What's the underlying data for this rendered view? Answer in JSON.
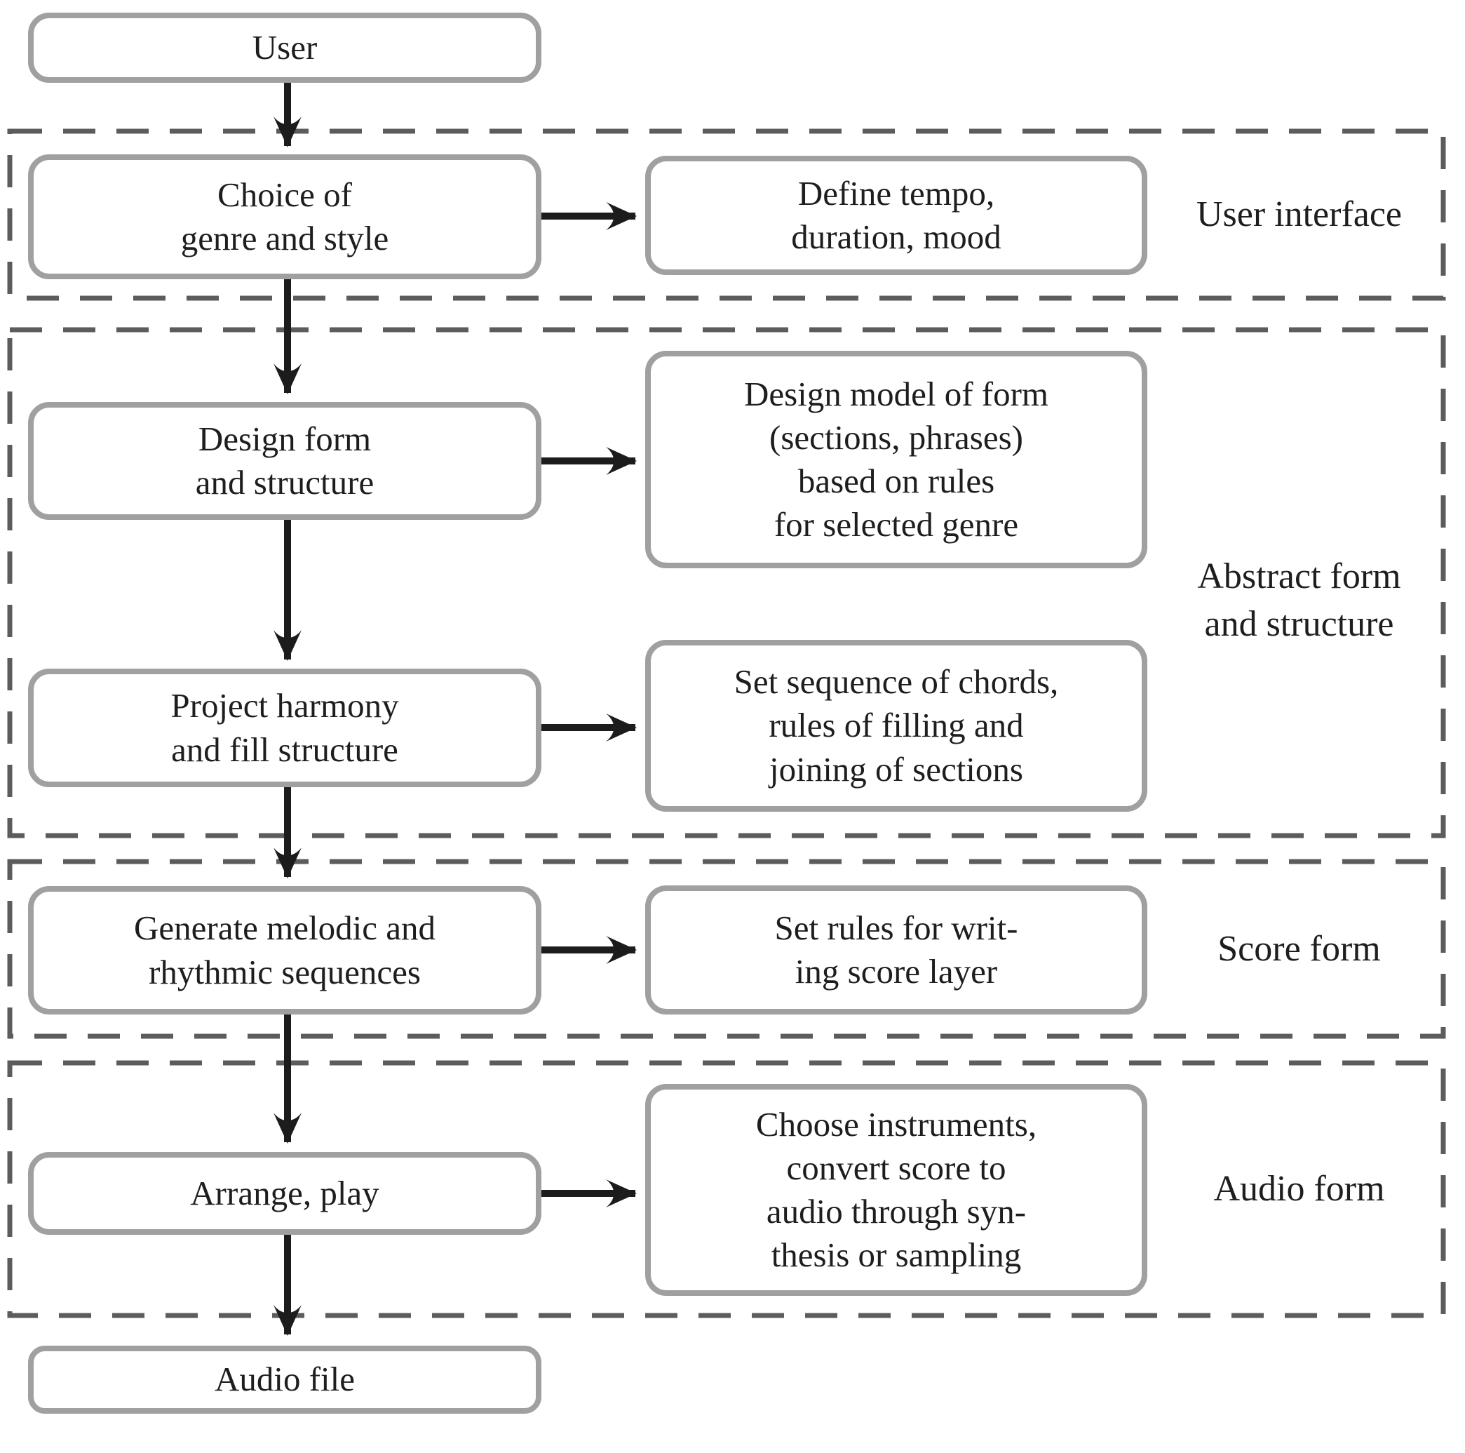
{
  "nodes": {
    "user": {
      "label": "User"
    },
    "choice": {
      "label": "Choice of\ngenre and style"
    },
    "define": {
      "label": "Define tempo,\nduration, mood"
    },
    "design_form": {
      "label": "Design form\nand structure"
    },
    "design_model": {
      "label": "Design model of form\n(sections, phrases)\nbased on rules\nfor selected genre"
    },
    "project_harmony": {
      "label": "Project harmony\nand fill structure"
    },
    "set_sequence": {
      "label": "Set sequence of chords,\nrules of filling and\njoining of sections"
    },
    "generate": {
      "label": "Generate melodic and\nrhythmic sequences"
    },
    "set_rules": {
      "label": "Set rules for writ-\ning score layer"
    },
    "arrange": {
      "label": "Arrange, play"
    },
    "choose_instruments": {
      "label": "Choose instruments,\nconvert score to\naudio through syn-\nthesis or sampling"
    },
    "audio_file": {
      "label": "Audio file"
    }
  },
  "regions": {
    "user_interface": {
      "label": "User interface"
    },
    "abstract_form": {
      "label": "Abstract form\nand structure"
    },
    "score_form": {
      "label": "Score form"
    },
    "audio_form": {
      "label": "Audio form"
    }
  },
  "colors": {
    "box_border": "#a0a0a0",
    "region_dash": "#5c5c5c",
    "arrow": "#1c1c1c",
    "text": "#1e1e1e",
    "background": "#ffffff"
  }
}
